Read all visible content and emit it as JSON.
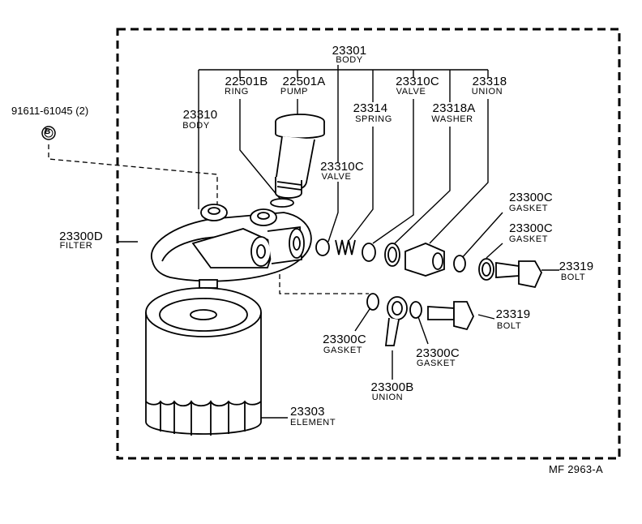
{
  "figure_code": "MF  2963-A",
  "bolt_ref": {
    "part": "91611-61045 (2)",
    "marker": "B"
  },
  "parts": {
    "body_main": {
      "number": "23301",
      "name": "BODY"
    },
    "ring": {
      "number": "22501B",
      "name": "RING"
    },
    "pump": {
      "number": "22501A",
      "name": "PUMP"
    },
    "valve_top": {
      "number": "23310C",
      "name": "VALVE"
    },
    "union_top": {
      "number": "23318",
      "name": "UNION"
    },
    "body_left": {
      "number": "23310",
      "name": "BODY"
    },
    "spring": {
      "number": "23314",
      "name": "SPRING"
    },
    "washer": {
      "number": "23318A",
      "name": "WASHER"
    },
    "valve_mid": {
      "number": "23310C",
      "name": "VALVE"
    },
    "gasket_1": {
      "number": "23300C",
      "name": "GASKET"
    },
    "gasket_2": {
      "number": "23300C",
      "name": "GASKET"
    },
    "filter": {
      "number": "23300D",
      "name": "FILTER"
    },
    "bolt_1": {
      "number": "23319",
      "name": "BOLT"
    },
    "bolt_2": {
      "number": "23319",
      "name": "BOLT"
    },
    "gasket_3": {
      "number": "23300C",
      "name": "GASKET"
    },
    "gasket_4": {
      "number": "23300C",
      "name": "GASKET"
    },
    "union_low": {
      "number": "23300B",
      "name": "UNION"
    },
    "element": {
      "number": "23303",
      "name": "ELEMENT"
    }
  }
}
